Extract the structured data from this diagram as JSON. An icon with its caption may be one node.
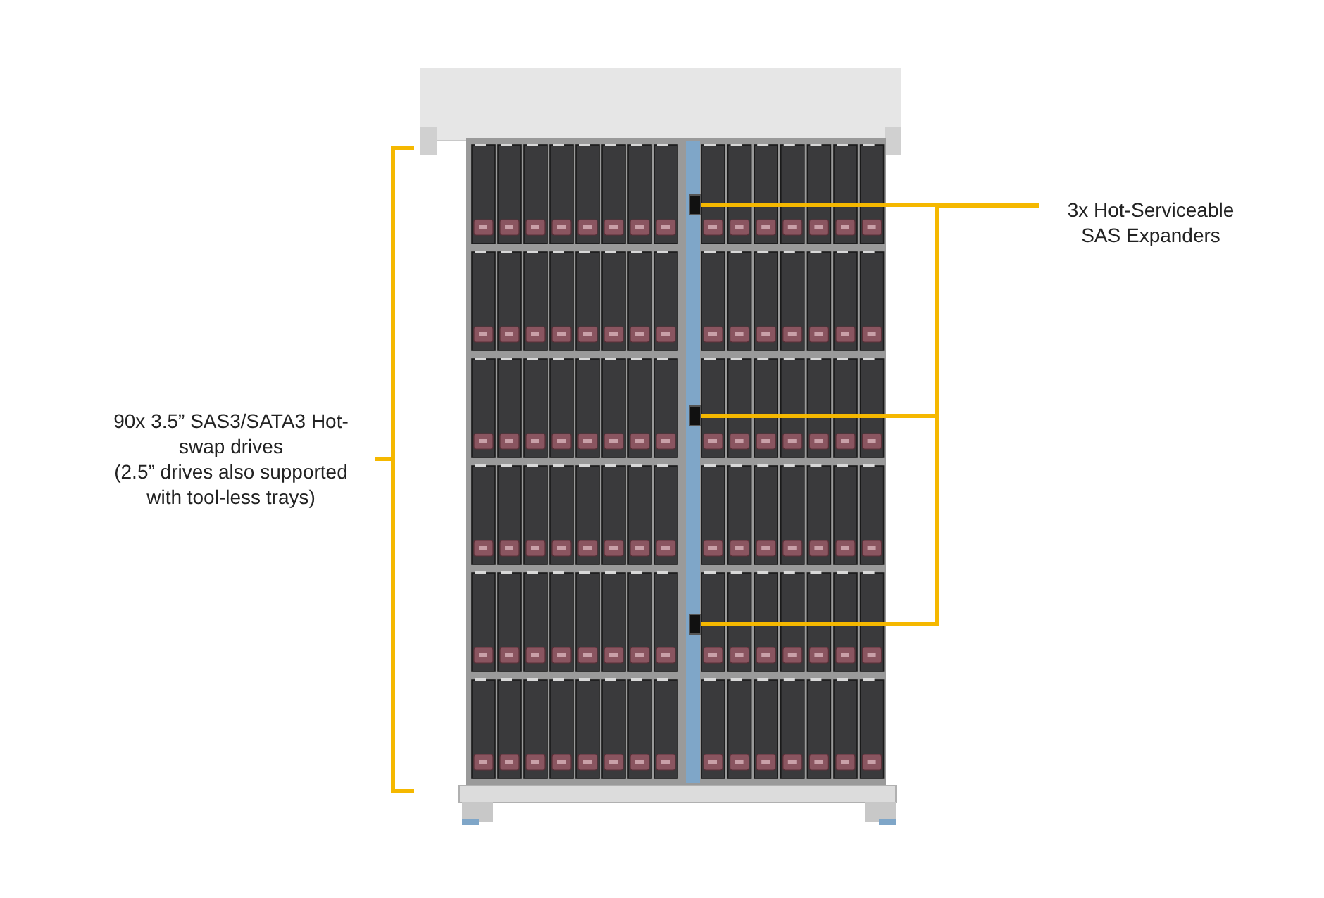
{
  "diagram": {
    "nodes": [
      {
        "text": [
          "90x 3.5” SAS3/SATA3 Hot-swap drives",
          "(2.5” drives also supported with tool-less trays)"
        ]
      },
      {
        "text": [
          "3x Hot-Serviceable SAS Expanders"
        ]
      },
      {
        "text": [],
        "shape": "picture"
      },
      {
        "text": [],
        "shape": "box",
        "in": 2
      },
      {
        "text": [],
        "shape": "box",
        "in": 2
      },
      {
        "text": [],
        "shape": "box",
        "in": 2
      }
    ],
    "edges": [
      {
        "from": 1,
        "to": 3,
        "arrow": "none"
      },
      {
        "from": 1,
        "to": 4,
        "arrow": "none"
      },
      {
        "from": 1,
        "to": 5,
        "arrow": "none"
      }
    ]
  }
}
